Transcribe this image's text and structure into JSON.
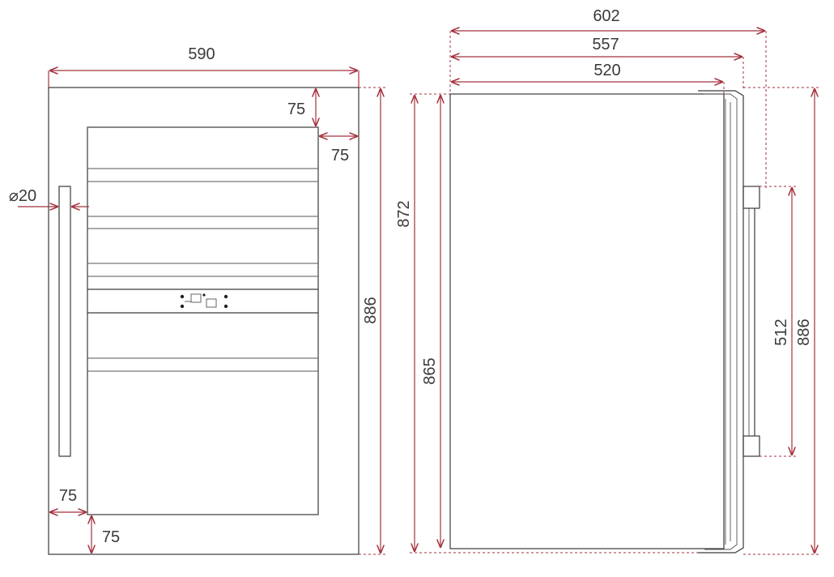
{
  "colors": {
    "dimension": "#a3313e",
    "outline": "#3a3a3a",
    "background": "#ffffff"
  },
  "front_view": {
    "width_label": "590",
    "height_label": "886",
    "top_frame_label": "75",
    "side_frame_label": "75",
    "handle_diameter_label": "⌀20",
    "bottom_left_frame_label": "75",
    "bottom_frame_label": "75",
    "control_panel_icon": "control-panel-icon"
  },
  "side_view": {
    "overall_depth_label": "602",
    "depth_with_door_label": "557",
    "body_depth_label": "520",
    "front_height_label": "872",
    "body_height_label": "865",
    "handle_length_label": "512",
    "overall_height_label": "886"
  }
}
